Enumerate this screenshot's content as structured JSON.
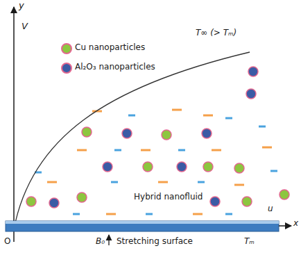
{
  "diagram": {
    "labels": [
      "y",
      "V",
      "T∞ (> Tₘ)",
      "Hybrid nanofluid",
      "u",
      "x",
      "O",
      "B₀",
      "Stretching surface",
      "Tₘ"
    ],
    "legend": [
      {
        "text": "Cu nanoparticles",
        "color": "#8dc63f"
      },
      {
        "text": "Al₂O₃ nanoparticles",
        "color": "#3b5ba5"
      }
    ]
  }
}
